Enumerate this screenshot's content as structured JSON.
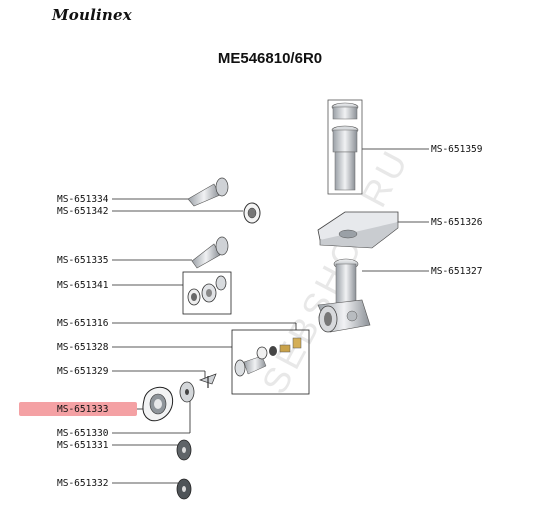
{
  "brand": "Moulinex",
  "model": "ME546810/6R0",
  "watermark": "SEBSHOP.RU",
  "highlight_color": "#f4a1a4",
  "highlighted_part": "MS-651333",
  "parts_left": [
    {
      "id": "p1334",
      "label": "MS-651334"
    },
    {
      "id": "p1342",
      "label": "MS-651342"
    },
    {
      "id": "p1335",
      "label": "MS-651335"
    },
    {
      "id": "p1341",
      "label": "MS-651341"
    },
    {
      "id": "p1316",
      "label": "MS-651316"
    },
    {
      "id": "p1328",
      "label": "MS-651328"
    },
    {
      "id": "p1329",
      "label": "MS-651329"
    },
    {
      "id": "p1333",
      "label": "MS-651333"
    },
    {
      "id": "p1330",
      "label": "MS-651330"
    },
    {
      "id": "p1331",
      "label": "MS-651331"
    },
    {
      "id": "p1332",
      "label": "MS-651332"
    }
  ],
  "parts_right": [
    {
      "id": "p1359",
      "label": "MS-651359"
    },
    {
      "id": "p1326",
      "label": "MS-651326"
    },
    {
      "id": "p1327",
      "label": "MS-651327"
    }
  ]
}
